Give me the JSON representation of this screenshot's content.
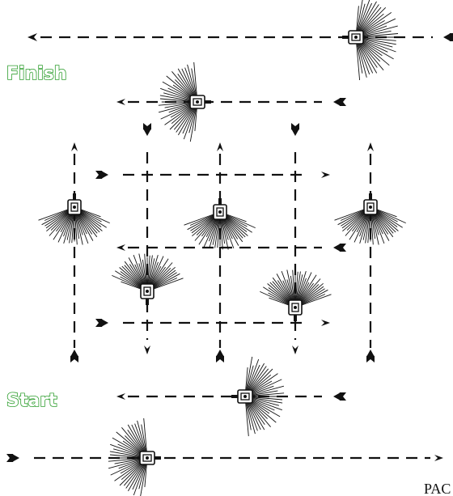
{
  "labels": {
    "finish": "Finish",
    "start": "Start",
    "reference": "PAC"
  },
  "colors": {
    "line": "#111111",
    "label_fill": "#ffffff",
    "label_outline": "#2e9e2e"
  },
  "icons": {
    "travel_direction": "arrow-icon",
    "robot": "scanner-robot-icon",
    "scan_field": "scan-rays-icon"
  }
}
